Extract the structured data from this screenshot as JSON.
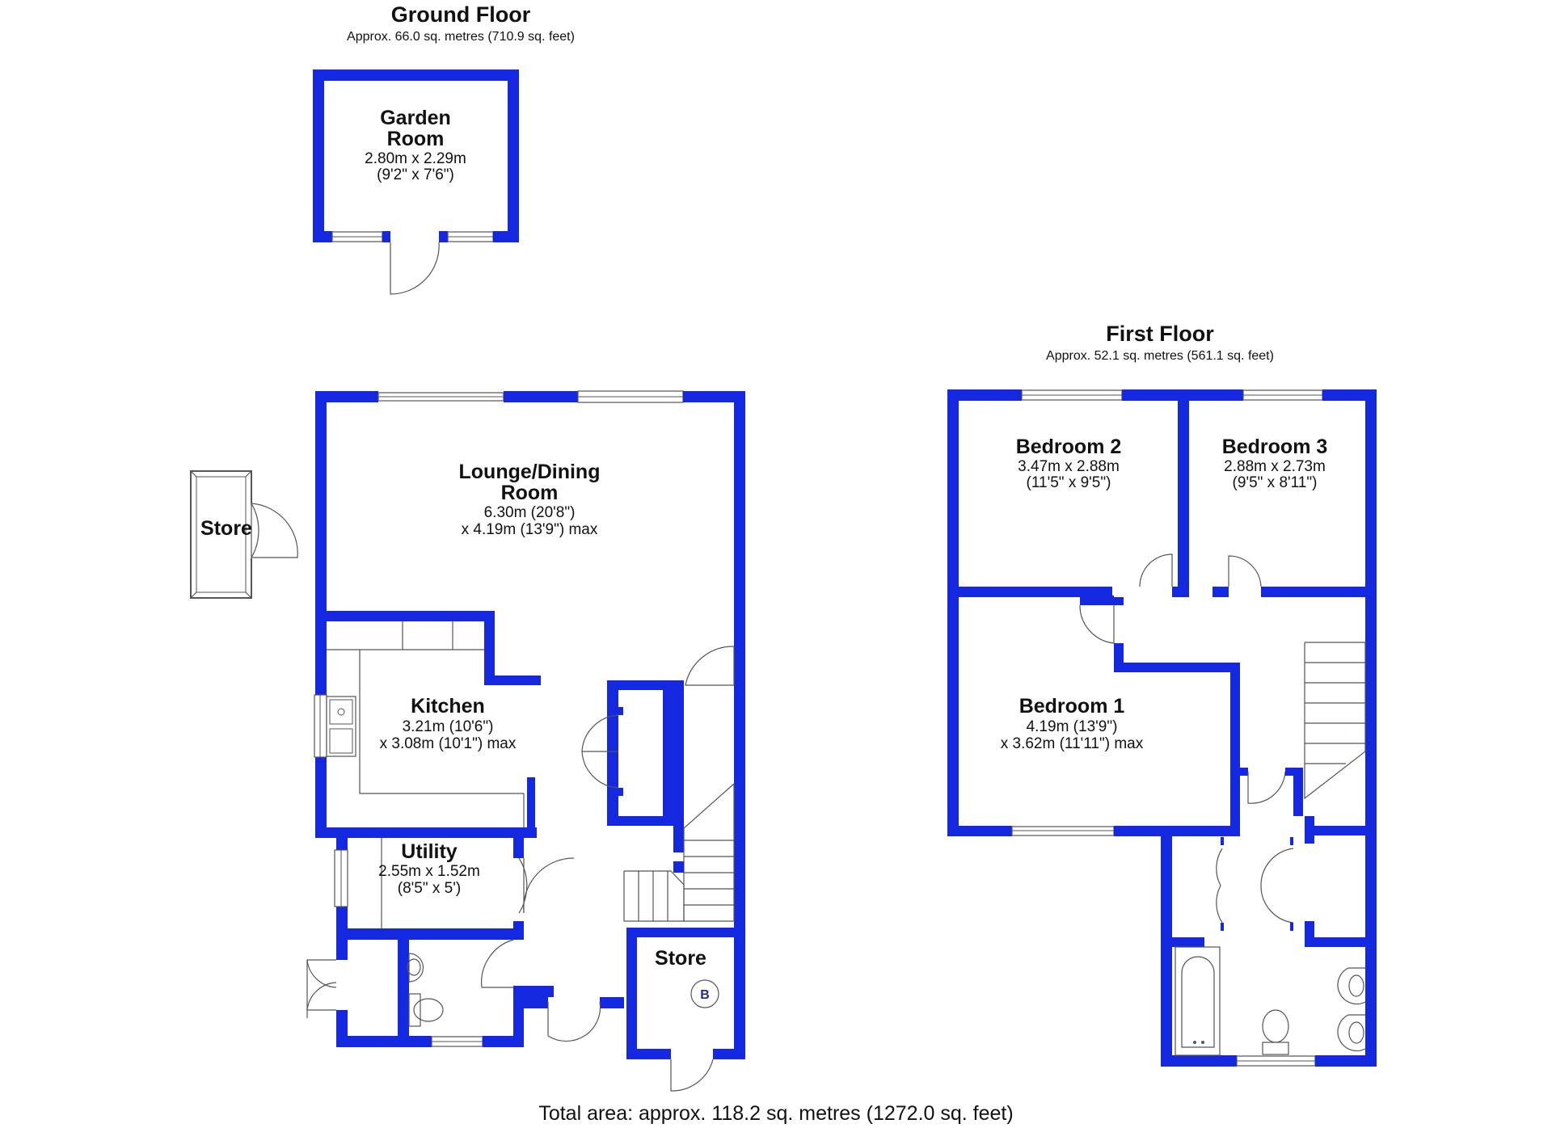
{
  "ground_floor": {
    "title": "Ground Floor",
    "area": "Approx. 66.0 sq. metres (710.9 sq. feet)",
    "rooms": {
      "garden_room": {
        "name_1": "Garden",
        "name_2": "Room",
        "dim_1": "2.80m x 2.29m",
        "dim_2": "(9'2\" x 7'6\")"
      },
      "store_outside": {
        "name_1": "Store"
      },
      "lounge": {
        "name_1": "Lounge/Dining",
        "name_2": "Room",
        "dim_1": "6.30m (20'8\")",
        "dim_2": "x 4.19m (13'9\") max"
      },
      "kitchen": {
        "name_1": "Kitchen",
        "dim_1": "3.21m (10'6\")",
        "dim_2": "x 3.08m (10'1\") max"
      },
      "utility": {
        "name_1": "Utility",
        "dim_1": "2.55m x 1.52m",
        "dim_2": "(8'5\" x 5')"
      },
      "store_inside": {
        "name_1": "Store",
        "boiler": "B"
      }
    }
  },
  "first_floor": {
    "title": "First Floor",
    "area": "Approx. 52.1 sq. metres (561.1 sq. feet)",
    "rooms": {
      "bedroom2": {
        "name_1": "Bedroom 2",
        "dim_1": "3.47m x 2.88m",
        "dim_2": "(11'5\" x 9'5\")"
      },
      "bedroom3": {
        "name_1": "Bedroom 3",
        "dim_1": "2.88m x 2.73m",
        "dim_2": "(9'5\" x 8'11\")"
      },
      "bedroom1": {
        "name_1": "Bedroom 1",
        "dim_1": "4.19m (13'9\")",
        "dim_2": "x 3.62m (11'11\") max"
      }
    }
  },
  "total_area": "Total area: approx. 118.2 sq. metres (1272.0 sq. feet)",
  "colors": {
    "wall": "#1428e0",
    "fixture": "#555555"
  }
}
